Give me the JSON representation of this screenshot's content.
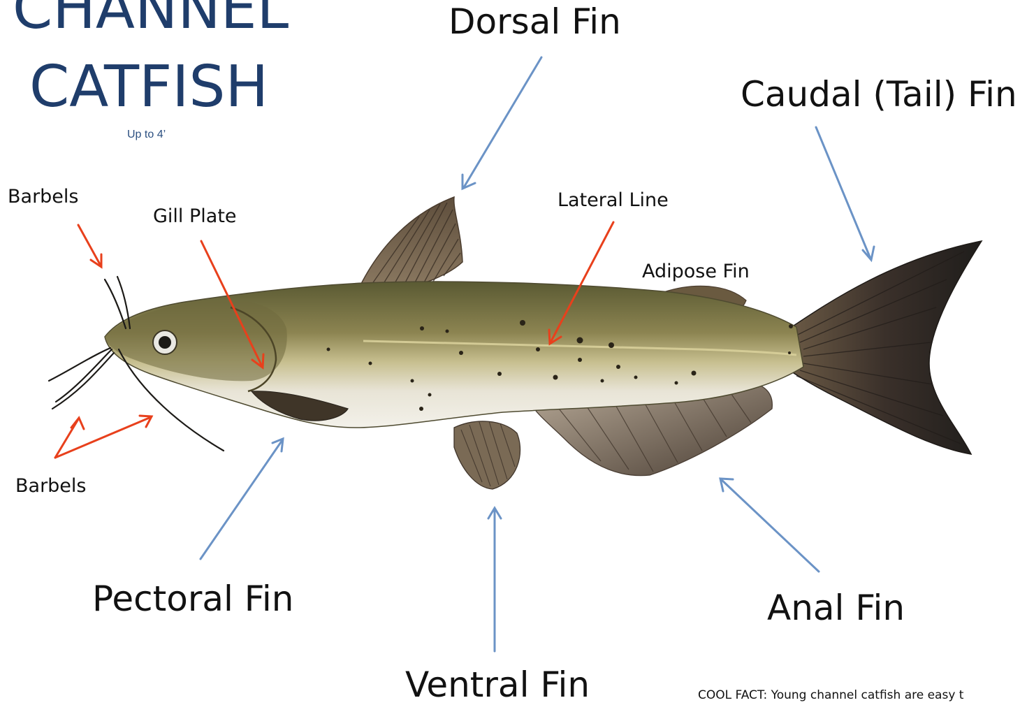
{
  "title": {
    "line1": "CHANNEL",
    "line2": "CATFISH",
    "size_note": "Up to 4’"
  },
  "labels": {
    "dorsal_fin": "Dorsal Fin",
    "caudal_fin": "Caudal (Tail) Fin",
    "barbels_top": "Barbels",
    "gill_plate": "Gill Plate",
    "lateral_line": "Lateral Line",
    "adipose_fin": "Adipose Fin",
    "barbels_bottom": "Barbels",
    "pectoral_fin": "Pectoral Fin",
    "anal_fin": "Anal Fin",
    "ventral_fin": "Ventral Fin"
  },
  "cool_fact": "COOL FACT:  Young channel catfish are easy t",
  "colors": {
    "title": "#1f3d6b",
    "arrow_blue": "#6b93c6",
    "arrow_red": "#e8401c",
    "fish_back": "#6d6a3c",
    "fish_belly": "#e9e6dd",
    "fin_dark": "#3b3328"
  }
}
